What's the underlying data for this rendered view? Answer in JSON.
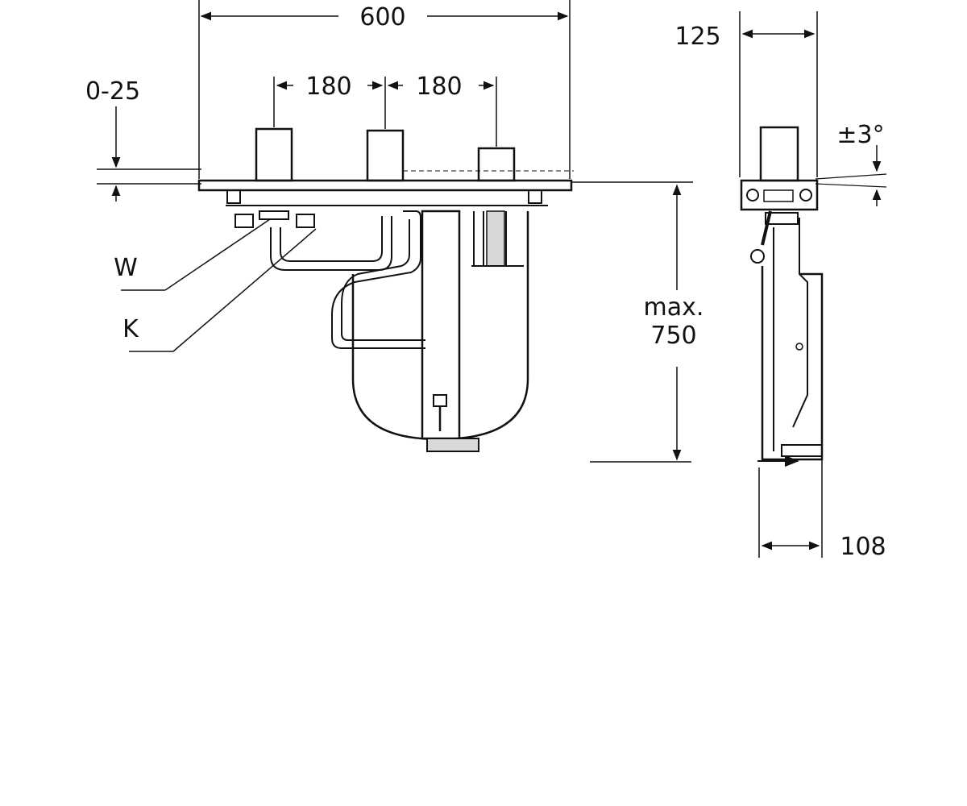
{
  "dimensions": {
    "overall_width": "600",
    "spacing_left": "180",
    "spacing_right": "180",
    "height_adjust": "0-25",
    "depth_top": "125",
    "tilt": "±3°",
    "max_label": "max.",
    "max_value": "750",
    "depth_bottom": "108"
  },
  "connections": {
    "warm": "W",
    "cold": "K"
  },
  "colors": {
    "line": "#111111",
    "shade": "#d8d8d8",
    "background": "#ffffff"
  }
}
